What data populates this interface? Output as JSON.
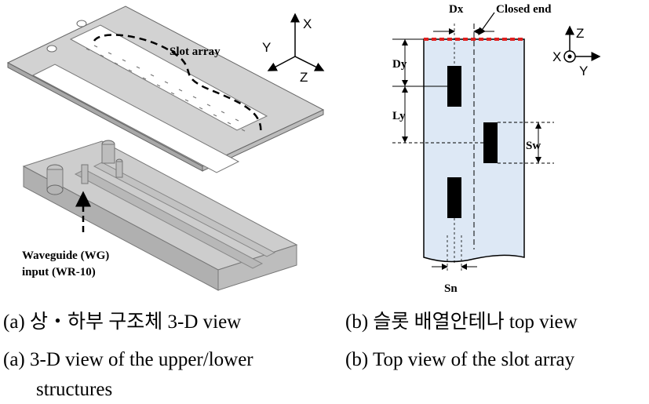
{
  "figure_a": {
    "axes": {
      "x": "X",
      "y": "Y",
      "z": "Z"
    },
    "slot_array_label": "Slot array",
    "waveguide_label_1": "Waveguide (WG)",
    "waveguide_label_2": "input (WR-10)"
  },
  "figure_b": {
    "closed_end_label": "Closed end",
    "axes": {
      "x": "X",
      "y": "Y",
      "z": "Z"
    },
    "dims": {
      "dx": "Dx",
      "dy": "Dy",
      "ly": "Ly",
      "sw": "Sw",
      "sn": "Sn"
    }
  },
  "captions": {
    "a_korean": "(a) 상・하부 구조체 3-D view",
    "b_korean": "(b) 슬롯 배열안테나 top view",
    "a_english_1": "(a) 3-D view of the upper/lower",
    "a_english_2": "structures",
    "b_english": "(b) Top view of the slot array"
  },
  "colors": {
    "metal": "#cfcfcf",
    "waveguide": "#dde8f5",
    "closed_end": "#e02020"
  }
}
